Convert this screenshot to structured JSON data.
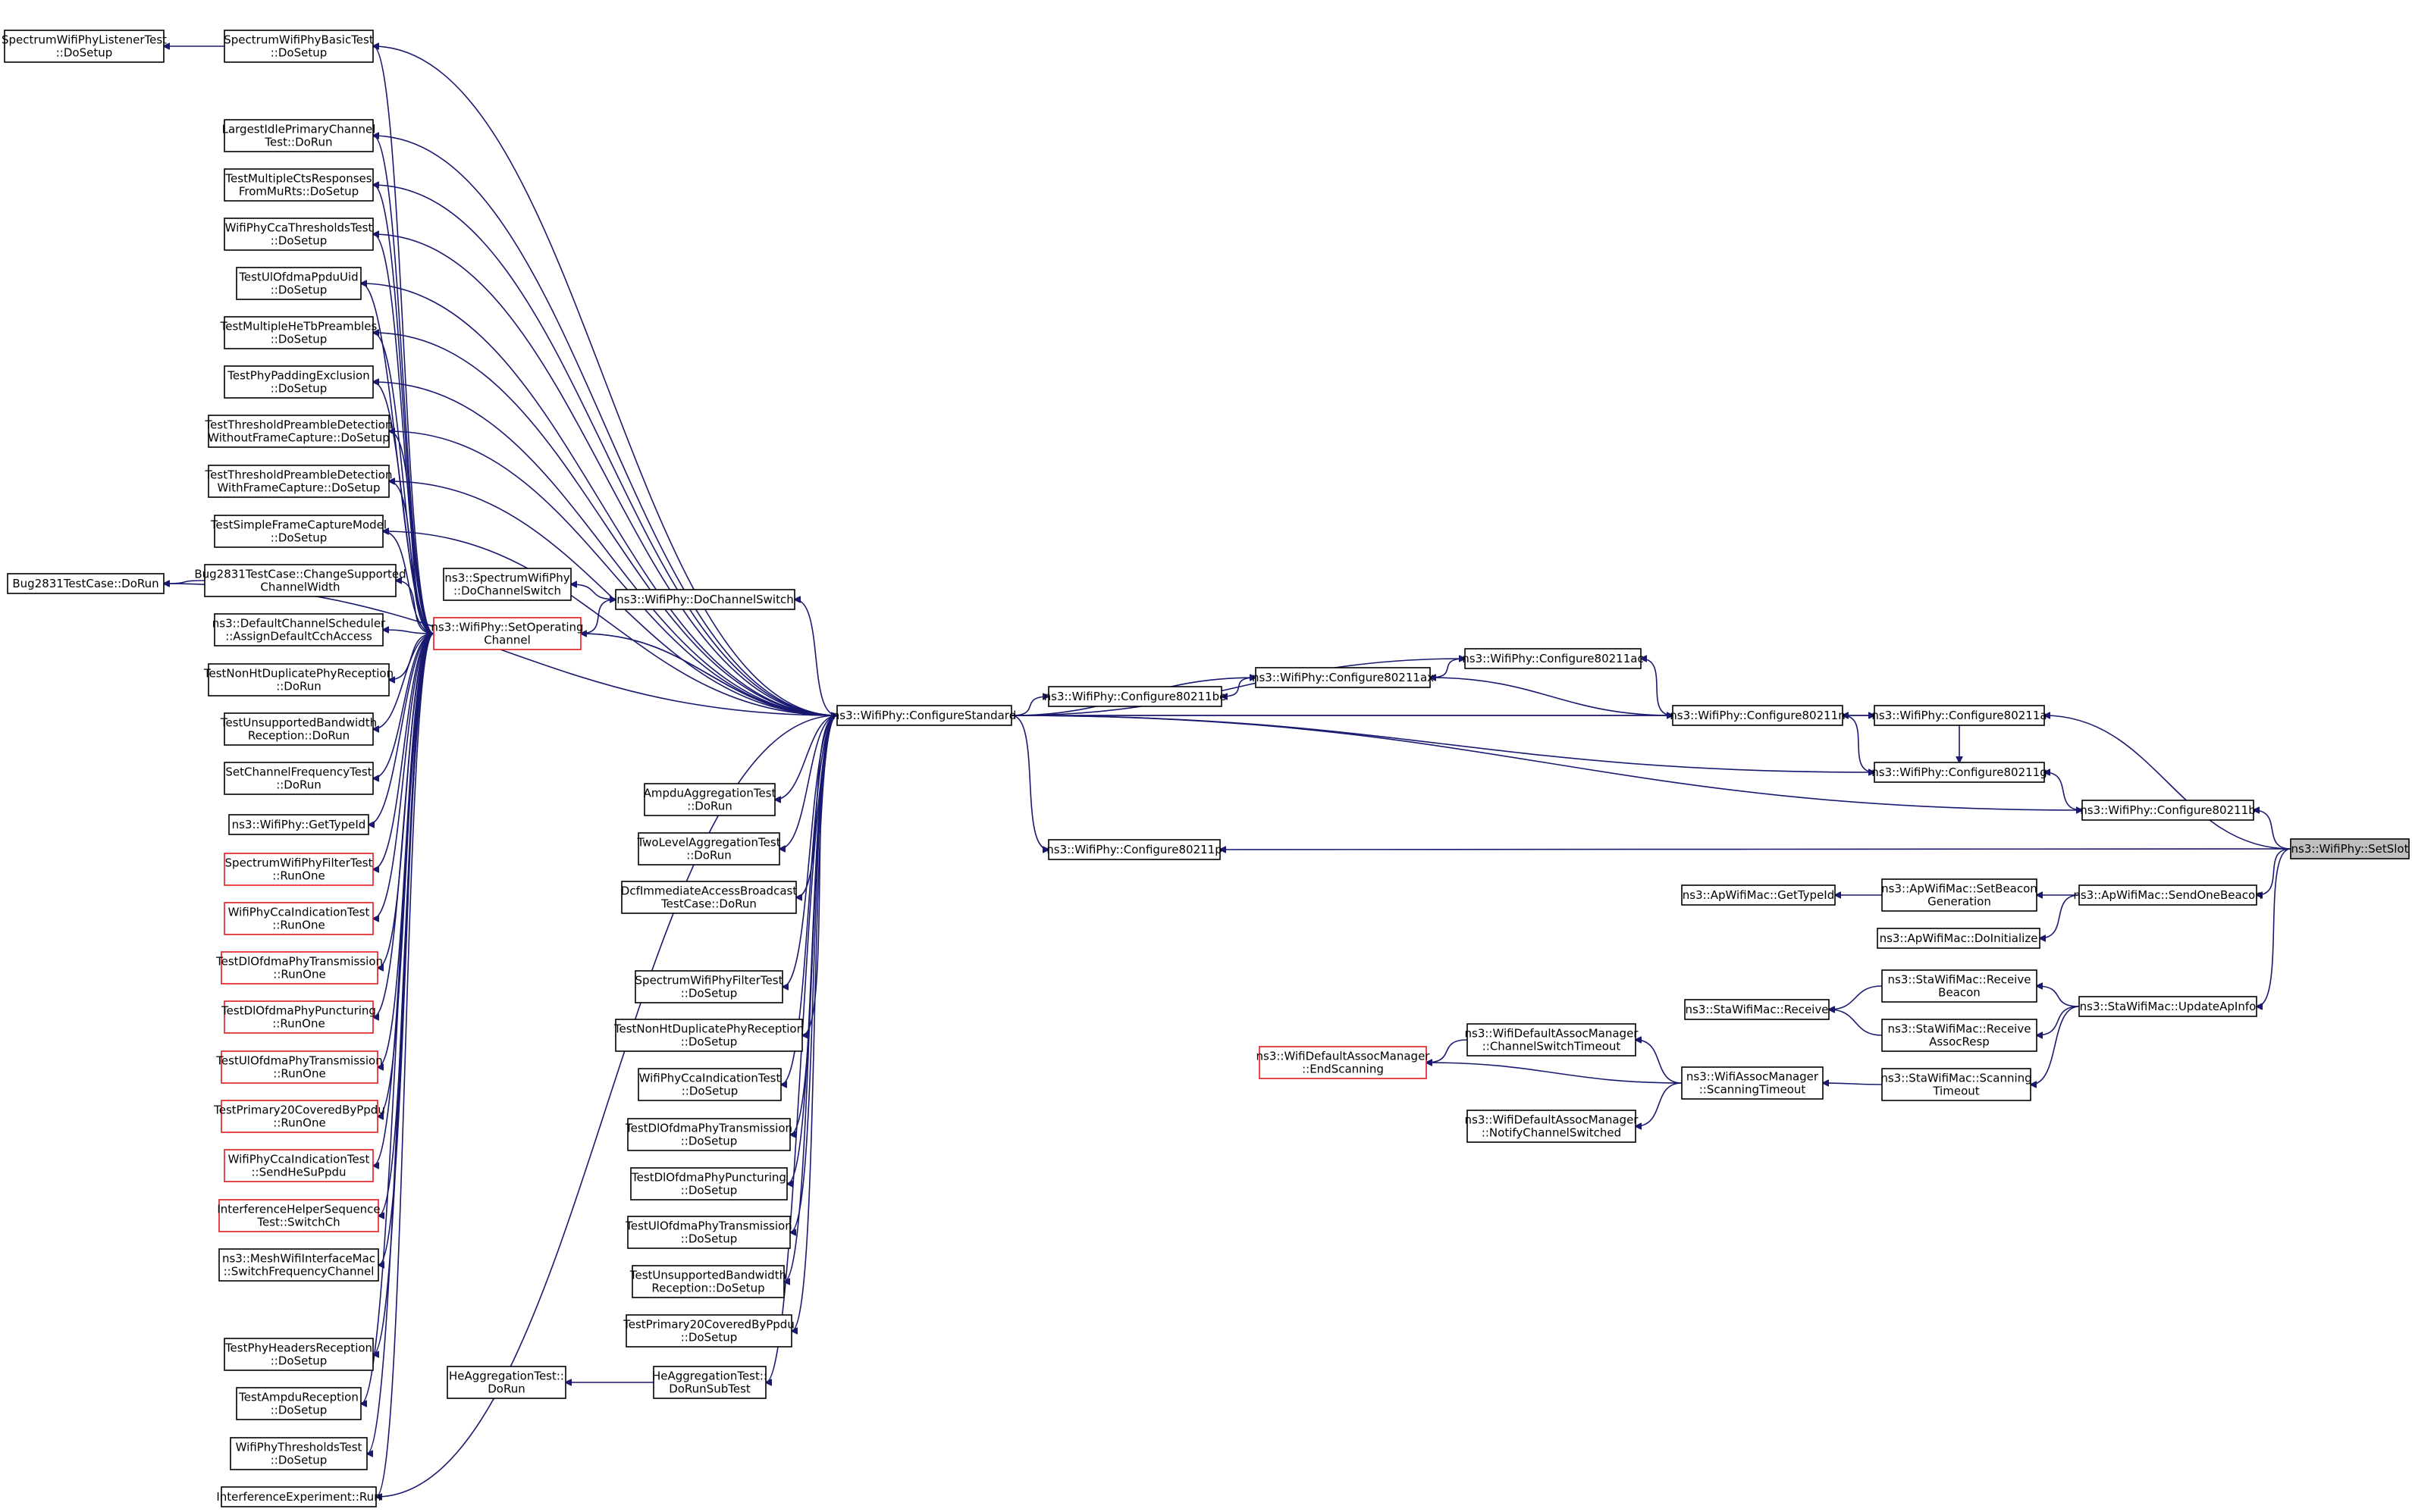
{
  "graph": {
    "edge_color": "#191970",
    "node_border": "#000000",
    "highlight_border": "#e31a1c",
    "focus_fill": "#bfbfbf",
    "nodes": [
      {
        "id": "setslot",
        "lines": [
          "ns3::WifiPhy::SetSlot"
        ],
        "style": "focus"
      },
      {
        "id": "cfg_std",
        "lines": [
          "ns3::WifiPhy::ConfigureStandard"
        ],
        "style": "normal"
      },
      {
        "id": "set_opch",
        "lines": [
          "ns3::WifiPhy::SetOperating",
          "Channel"
        ],
        "style": "red"
      },
      {
        "id": "do_chsw",
        "lines": [
          "ns3::WifiPhy::DoChannelSwitch"
        ],
        "style": "normal"
      },
      {
        "id": "sp_do_chsw",
        "lines": [
          "ns3::SpectrumWifiPhy",
          "::DoChannelSwitch"
        ],
        "style": "normal"
      },
      {
        "id": "cfg_a",
        "lines": [
          "ns3::WifiPhy::Configure80211a"
        ],
        "style": "normal"
      },
      {
        "id": "cfg_n",
        "lines": [
          "ns3::WifiPhy::Configure80211n"
        ],
        "style": "normal"
      },
      {
        "id": "cfg_ac",
        "lines": [
          "ns3::WifiPhy::Configure80211ac"
        ],
        "style": "normal"
      },
      {
        "id": "cfg_ax",
        "lines": [
          "ns3::WifiPhy::Configure80211ax"
        ],
        "style": "normal"
      },
      {
        "id": "cfg_be",
        "lines": [
          "ns3::WifiPhy::Configure80211be"
        ],
        "style": "normal"
      },
      {
        "id": "cfg_g",
        "lines": [
          "ns3::WifiPhy::Configure80211g"
        ],
        "style": "normal"
      },
      {
        "id": "cfg_b",
        "lines": [
          "ns3::WifiPhy::Configure80211b"
        ],
        "style": "normal"
      },
      {
        "id": "cfg_p",
        "lines": [
          "ns3::WifiPhy::Configure80211p"
        ],
        "style": "normal"
      },
      {
        "id": "ap_send",
        "lines": [
          "ns3::ApWifiMac::SendOneBeacon"
        ],
        "style": "normal"
      },
      {
        "id": "ap_setbeacon",
        "lines": [
          "ns3::ApWifiMac::SetBeacon",
          "Generation"
        ],
        "style": "normal"
      },
      {
        "id": "ap_gettype",
        "lines": [
          "ns3::ApWifiMac::GetTypeId"
        ],
        "style": "normal"
      },
      {
        "id": "ap_doinit",
        "lines": [
          "ns3::ApWifiMac::DoInitialize"
        ],
        "style": "normal"
      },
      {
        "id": "sta_update",
        "lines": [
          "ns3::StaWifiMac::UpdateApInfo"
        ],
        "style": "normal"
      },
      {
        "id": "sta_rxbeacon",
        "lines": [
          "ns3::StaWifiMac::Receive",
          "Beacon"
        ],
        "style": "normal"
      },
      {
        "id": "sta_rxassoc",
        "lines": [
          "ns3::StaWifiMac::Receive",
          "AssocResp"
        ],
        "style": "normal"
      },
      {
        "id": "sta_scan",
        "lines": [
          "ns3::StaWifiMac::Scanning",
          "Timeout"
        ],
        "style": "normal"
      },
      {
        "id": "sta_receive",
        "lines": [
          "ns3::StaWifiMac::Receive"
        ],
        "style": "normal"
      },
      {
        "id": "assoc_scan",
        "lines": [
          "ns3::WifiAssocManager",
          "::ScanningTimeout"
        ],
        "style": "normal"
      },
      {
        "id": "dam_chsw",
        "lines": [
          "ns3::WifiDefaultAssocManager",
          "::ChannelSwitchTimeout"
        ],
        "style": "normal"
      },
      {
        "id": "dam_notify",
        "lines": [
          "ns3::WifiDefaultAssocManager",
          "::NotifyChannelSwitched"
        ],
        "style": "normal"
      },
      {
        "id": "dam_end",
        "lines": [
          "ns3::WifiDefaultAssocManager",
          "::EndScanning"
        ],
        "style": "red"
      },
      {
        "id": "ampdu_agg",
        "lines": [
          "AmpduAggregationTest",
          "::DoRun"
        ],
        "style": "normal"
      },
      {
        "id": "twolevel",
        "lines": [
          "TwoLevelAggregationTest",
          "::DoRun"
        ],
        "style": "normal"
      },
      {
        "id": "dcf_imm",
        "lines": [
          "DcfImmediateAccessBroadcast",
          "TestCase::DoRun"
        ],
        "style": "normal"
      },
      {
        "id": "m_spfilter",
        "lines": [
          "SpectrumWifiPhyFilterTest",
          "::DoSetup"
        ],
        "style": "normal"
      },
      {
        "id": "m_nonht",
        "lines": [
          "TestNonHtDuplicatePhyReception",
          "::DoSetup"
        ],
        "style": "normal"
      },
      {
        "id": "m_ccaind",
        "lines": [
          "WifiPhyCcaIndicationTest",
          "::DoSetup"
        ],
        "style": "normal"
      },
      {
        "id": "m_dlofdma",
        "lines": [
          "TestDlOfdmaPhyTransmission",
          "::DoSetup"
        ],
        "style": "normal"
      },
      {
        "id": "m_dlpunct",
        "lines": [
          "TestDlOfdmaPhyPuncturing",
          "::DoSetup"
        ],
        "style": "normal"
      },
      {
        "id": "m_ulofdma",
        "lines": [
          "TestUlOfdmaPhyTransmission",
          "::DoSetup"
        ],
        "style": "normal"
      },
      {
        "id": "m_unsup",
        "lines": [
          "TestUnsupportedBandwidth",
          "Reception::DoSetup"
        ],
        "style": "normal"
      },
      {
        "id": "m_p20",
        "lines": [
          "TestPrimary20CoveredByPpdu",
          "::DoSetup"
        ],
        "style": "normal"
      },
      {
        "id": "he_subtest",
        "lines": [
          "HeAggregationTest::",
          "DoRunSubTest"
        ],
        "style": "normal"
      },
      {
        "id": "he_dorun",
        "lines": [
          "HeAggregationTest::",
          "DoRun"
        ],
        "style": "normal"
      },
      {
        "id": "sp_basic",
        "lines": [
          "SpectrumWifiPhyBasicTest",
          "::DoSetup"
        ],
        "style": "normal"
      },
      {
        "id": "sp_listener",
        "lines": [
          "SpectrumWifiPhyListenerTest",
          "::DoSetup"
        ],
        "style": "normal"
      },
      {
        "id": "l_largest",
        "lines": [
          "LargestIdlePrimaryChannel",
          "Test::DoRun"
        ],
        "style": "normal"
      },
      {
        "id": "l_multcts",
        "lines": [
          "TestMultipleCtsResponses",
          "FromMuRts::DoSetup"
        ],
        "style": "normal"
      },
      {
        "id": "l_ccathr",
        "lines": [
          "WifiPhyCcaThresholdsTest",
          "::DoSetup"
        ],
        "style": "normal"
      },
      {
        "id": "l_ulppdu",
        "lines": [
          "TestUlOfdmaPpduUid",
          "::DoSetup"
        ],
        "style": "normal"
      },
      {
        "id": "l_multhetb",
        "lines": [
          "TestMultipleHeTbPreambles",
          "::DoSetup"
        ],
        "style": "normal"
      },
      {
        "id": "l_padding",
        "lines": [
          "TestPhyPaddingExclusion",
          "::DoSetup"
        ],
        "style": "normal"
      },
      {
        "id": "l_thrwo",
        "lines": [
          "TestThresholdPreambleDetection",
          "WithoutFrameCapture::DoSetup"
        ],
        "style": "normal"
      },
      {
        "id": "l_thrwith",
        "lines": [
          "TestThresholdPreambleDetection",
          "WithFrameCapture::DoSetup"
        ],
        "style": "normal"
      },
      {
        "id": "l_simplefc",
        "lines": [
          "TestSimpleFrameCaptureModel",
          "::DoSetup"
        ],
        "style": "normal"
      },
      {
        "id": "l_bugchange",
        "lines": [
          "Bug2831TestCase::ChangeSupported",
          "ChannelWidth"
        ],
        "style": "normal"
      },
      {
        "id": "bug_dorun",
        "lines": [
          "Bug2831TestCase::DoRun"
        ],
        "style": "normal"
      },
      {
        "id": "l_defsched",
        "lines": [
          "ns3::DefaultChannelScheduler",
          "::AssignDefaultCchAccess"
        ],
        "style": "normal"
      },
      {
        "id": "l_nonhtrun",
        "lines": [
          "TestNonHtDuplicatePhyReception",
          "::DoRun"
        ],
        "style": "normal"
      },
      {
        "id": "l_unsuprun",
        "lines": [
          "TestUnsupportedBandwidth",
          "Reception::DoRun"
        ],
        "style": "normal"
      },
      {
        "id": "l_setfreq",
        "lines": [
          "SetChannelFrequencyTest",
          "::DoRun"
        ],
        "style": "normal"
      },
      {
        "id": "l_gettype",
        "lines": [
          "ns3::WifiPhy::GetTypeId"
        ],
        "style": "normal"
      },
      {
        "id": "l_spfrun",
        "lines": [
          "SpectrumWifiPhyFilterTest",
          "::RunOne"
        ],
        "style": "red"
      },
      {
        "id": "l_ccarun",
        "lines": [
          "WifiPhyCcaIndicationTest",
          "::RunOne"
        ],
        "style": "red"
      },
      {
        "id": "l_dltxrun",
        "lines": [
          "TestDlOfdmaPhyTransmission",
          "::RunOne"
        ],
        "style": "red"
      },
      {
        "id": "l_dlpunrun",
        "lines": [
          "TestDlOfdmaPhyPuncturing",
          "::RunOne"
        ],
        "style": "red"
      },
      {
        "id": "l_ultxrun",
        "lines": [
          "TestUlOfdmaPhyTransmission",
          "::RunOne"
        ],
        "style": "red"
      },
      {
        "id": "l_p20run",
        "lines": [
          "TestPrimary20CoveredByPpdu",
          "::RunOne"
        ],
        "style": "red"
      },
      {
        "id": "l_ccasend",
        "lines": [
          "WifiPhyCcaIndicationTest",
          "::SendHeSuPpdu"
        ],
        "style": "red"
      },
      {
        "id": "l_interf",
        "lines": [
          "InterferenceHelperSequence",
          "Test::SwitchCh"
        ],
        "style": "red"
      },
      {
        "id": "l_mesh",
        "lines": [
          "ns3::MeshWifiInterfaceMac",
          "::SwitchFrequencyChannel"
        ],
        "style": "normal"
      },
      {
        "id": "l_phyhdr",
        "lines": [
          "TestPhyHeadersReception",
          "::DoSetup"
        ],
        "style": "normal"
      },
      {
        "id": "l_ampdurx",
        "lines": [
          "TestAmpduReception",
          "::DoSetup"
        ],
        "style": "normal"
      },
      {
        "id": "l_thrtest",
        "lines": [
          "WifiPhyThresholdsTest",
          "::DoSetup"
        ],
        "style": "normal"
      },
      {
        "id": "l_interfexp",
        "lines": [
          "InterferenceExperiment::Run"
        ],
        "style": "normal"
      }
    ],
    "edges": [
      {
        "from": "cfg_a",
        "to": "setslot"
      },
      {
        "from": "cfg_b",
        "to": "setslot"
      },
      {
        "from": "cfg_p",
        "to": "setslot"
      },
      {
        "from": "ap_send",
        "to": "setslot"
      },
      {
        "from": "sta_update",
        "to": "setslot"
      },
      {
        "from": "cfg_n",
        "to": "cfg_a"
      },
      {
        "from": "cfg_g",
        "to": "cfg_a"
      },
      {
        "from": "cfg_a",
        "to": "cfg_std"
      },
      {
        "from": "cfg_g",
        "to": "cfg_b"
      },
      {
        "from": "cfg_b",
        "to": "cfg_std"
      },
      {
        "from": "cfg_n",
        "to": "cfg_g"
      },
      {
        "from": "cfg_g",
        "to": "cfg_std"
      },
      {
        "from": "cfg_ac",
        "to": "cfg_n"
      },
      {
        "from": "cfg_ax",
        "to": "cfg_n"
      },
      {
        "from": "cfg_n",
        "to": "cfg_std"
      },
      {
        "from": "cfg_ax",
        "to": "cfg_ac"
      },
      {
        "from": "cfg_ac",
        "to": "cfg_std"
      },
      {
        "from": "cfg_be",
        "to": "cfg_ax"
      },
      {
        "from": "cfg_ax",
        "to": "cfg_std"
      },
      {
        "from": "cfg_be",
        "to": "cfg_std"
      },
      {
        "from": "cfg_p",
        "to": "cfg_std"
      },
      {
        "from": "ap_setbeacon",
        "to": "ap_send"
      },
      {
        "from": "ap_doinit",
        "to": "ap_send"
      },
      {
        "from": "ap_gettype",
        "to": "ap_setbeacon"
      },
      {
        "from": "sta_rxbeacon",
        "to": "sta_update"
      },
      {
        "from": "sta_rxassoc",
        "to": "sta_update"
      },
      {
        "from": "sta_scan",
        "to": "sta_update"
      },
      {
        "from": "sta_receive",
        "to": "sta_rxbeacon"
      },
      {
        "from": "sta_receive",
        "to": "sta_rxassoc"
      },
      {
        "from": "assoc_scan",
        "to": "sta_scan"
      },
      {
        "from": "dam_chsw",
        "to": "assoc_scan"
      },
      {
        "from": "dam_notify",
        "to": "assoc_scan"
      },
      {
        "from": "dam_end",
        "to": "assoc_scan"
      },
      {
        "from": "dam_end",
        "to": "dam_chsw"
      },
      {
        "from": "do_chsw",
        "to": "cfg_std"
      },
      {
        "from": "set_opch",
        "to": "cfg_std"
      },
      {
        "from": "cfg_std",
        "to": "set_opch"
      },
      {
        "from": "sp_do_chsw",
        "to": "do_chsw"
      },
      {
        "from": "do_chsw",
        "to": "set_opch"
      },
      {
        "from": "ampdu_agg",
        "to": "cfg_std"
      },
      {
        "from": "twolevel",
        "to": "cfg_std"
      },
      {
        "from": "dcf_imm",
        "to": "cfg_std"
      },
      {
        "from": "m_spfilter",
        "to": "cfg_std"
      },
      {
        "from": "m_nonht",
        "to": "cfg_std"
      },
      {
        "from": "m_ccaind",
        "to": "cfg_std"
      },
      {
        "from": "m_dlofdma",
        "to": "cfg_std"
      },
      {
        "from": "m_dlpunct",
        "to": "cfg_std"
      },
      {
        "from": "m_ulofdma",
        "to": "cfg_std"
      },
      {
        "from": "m_unsup",
        "to": "cfg_std"
      },
      {
        "from": "m_p20",
        "to": "cfg_std"
      },
      {
        "from": "he_subtest",
        "to": "cfg_std"
      },
      {
        "from": "he_dorun",
        "to": "he_subtest"
      },
      {
        "from": "sp_listener",
        "to": "sp_basic"
      },
      {
        "from": "bug_dorun",
        "to": "l_bugchange"
      },
      {
        "from": "sp_basic",
        "to": "cfg_std"
      },
      {
        "from": "l_largest",
        "to": "cfg_std"
      },
      {
        "from": "l_multcts",
        "to": "cfg_std"
      },
      {
        "from": "l_ccathr",
        "to": "cfg_std"
      },
      {
        "from": "l_ulppdu",
        "to": "cfg_std"
      },
      {
        "from": "l_multhetb",
        "to": "cfg_std"
      },
      {
        "from": "l_padding",
        "to": "cfg_std"
      },
      {
        "from": "l_thrwo",
        "to": "cfg_std"
      },
      {
        "from": "l_thrwith",
        "to": "cfg_std"
      },
      {
        "from": "l_simplefc",
        "to": "cfg_std"
      },
      {
        "from": "bug_dorun",
        "to": "cfg_std"
      },
      {
        "from": "l_interfexp",
        "to": "cfg_std"
      },
      {
        "from": "sp_basic",
        "to": "set_opch"
      },
      {
        "from": "l_largest",
        "to": "set_opch"
      },
      {
        "from": "l_multcts",
        "to": "set_opch"
      },
      {
        "from": "l_ccathr",
        "to": "set_opch"
      },
      {
        "from": "l_ulppdu",
        "to": "set_opch"
      },
      {
        "from": "l_multhetb",
        "to": "set_opch"
      },
      {
        "from": "l_padding",
        "to": "set_opch"
      },
      {
        "from": "l_thrwo",
        "to": "set_opch"
      },
      {
        "from": "l_thrwith",
        "to": "set_opch"
      },
      {
        "from": "l_simplefc",
        "to": "set_opch"
      },
      {
        "from": "l_bugchange",
        "to": "set_opch"
      },
      {
        "from": "l_defsched",
        "to": "set_opch"
      },
      {
        "from": "l_nonhtrun",
        "to": "set_opch"
      },
      {
        "from": "l_unsuprun",
        "to": "set_opch"
      },
      {
        "from": "l_setfreq",
        "to": "set_opch"
      },
      {
        "from": "l_gettype",
        "to": "set_opch"
      },
      {
        "from": "l_spfrun",
        "to": "set_opch"
      },
      {
        "from": "l_ccarun",
        "to": "set_opch"
      },
      {
        "from": "l_dltxrun",
        "to": "set_opch"
      },
      {
        "from": "l_dlpunrun",
        "to": "set_opch"
      },
      {
        "from": "l_ultxrun",
        "to": "set_opch"
      },
      {
        "from": "l_p20run",
        "to": "set_opch"
      },
      {
        "from": "l_ccasend",
        "to": "set_opch"
      },
      {
        "from": "l_interf",
        "to": "set_opch"
      },
      {
        "from": "l_mesh",
        "to": "set_opch"
      },
      {
        "from": "l_phyhdr",
        "to": "set_opch"
      },
      {
        "from": "l_ampdurx",
        "to": "set_opch"
      },
      {
        "from": "l_thrtest",
        "to": "set_opch"
      },
      {
        "from": "l_interfexp",
        "to": "set_opch"
      }
    ]
  }
}
